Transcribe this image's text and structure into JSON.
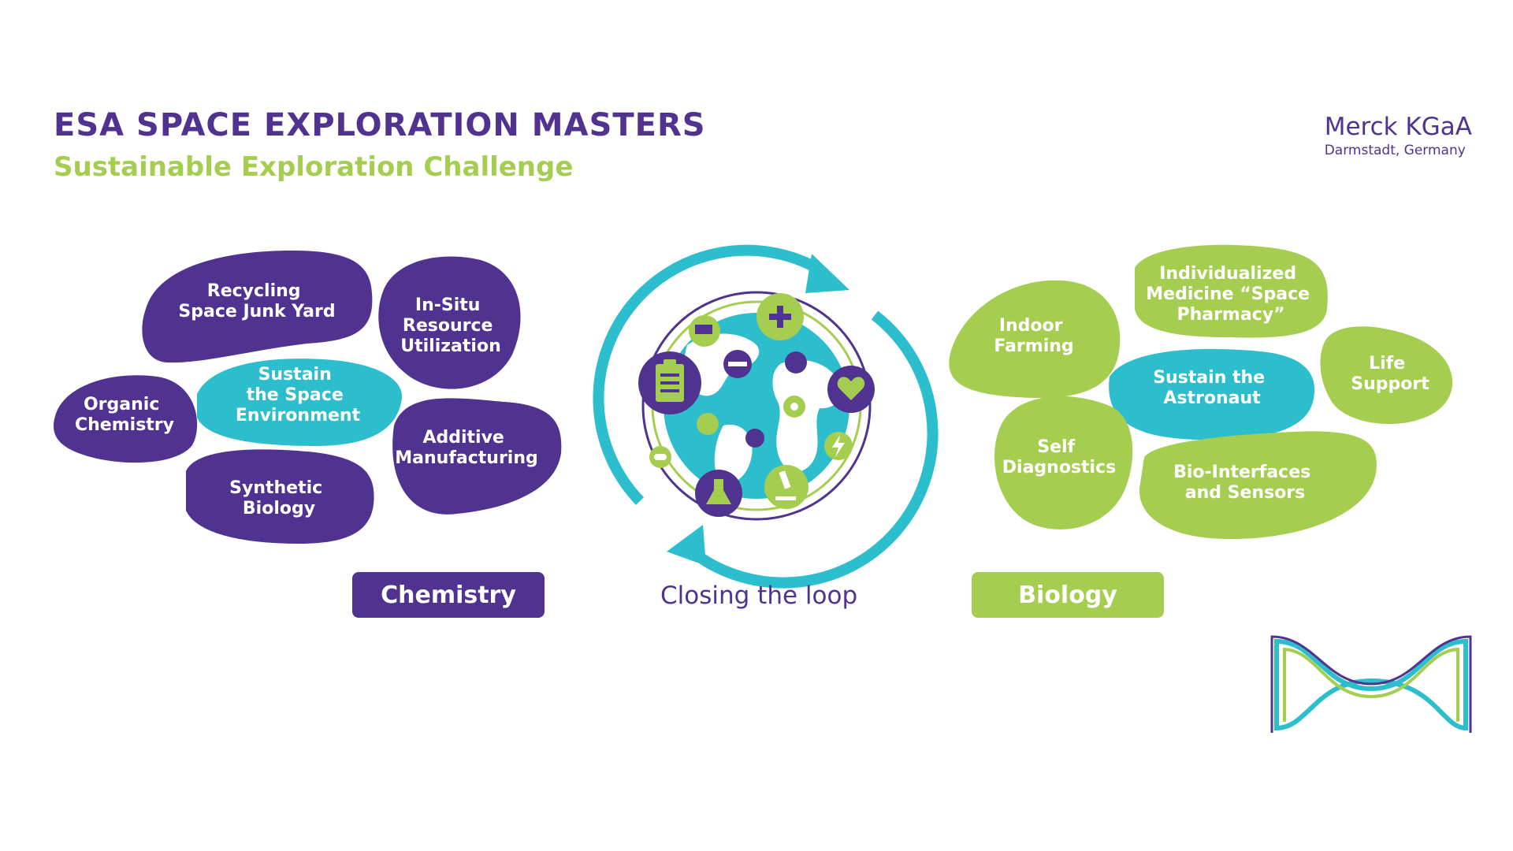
{
  "header": {
    "title": "ESA SPACE EXPLORATION MASTERS",
    "subtitle": "Sustainable Exploration Challenge"
  },
  "company": {
    "name": "Merck KGaA",
    "location": "Darmstadt, Germany"
  },
  "chemistry": {
    "label": "Chemistry",
    "color": "#503291",
    "topics": {
      "recycling": [
        "Recycling",
        "Space Junk Yard"
      ],
      "insitu": [
        "In-Situ",
        "Resource",
        "Utilization"
      ],
      "organic": [
        "Organic",
        "Chemistry"
      ],
      "sustain_space": [
        "Sustain",
        "the Space",
        "Environment"
      ],
      "additive": [
        "Additive",
        "Manufacturing"
      ],
      "synthetic": [
        "Synthetic",
        "Biology"
      ]
    }
  },
  "loop": {
    "label": "Closing the loop",
    "colors": {
      "teal": "#2dbecd",
      "green": "#a5cd50",
      "purple": "#503291"
    },
    "icons": [
      "plus-icon",
      "clipboard-icon",
      "heart-icon",
      "flask-icon",
      "microscope-icon",
      "lightning-icon",
      "truck-icon",
      "pill-icon",
      "eye-icon",
      "syringe-icon"
    ]
  },
  "biology": {
    "label": "Biology",
    "color": "#a5cd50",
    "topics": {
      "indoor": [
        "Indoor",
        "Farming"
      ],
      "medicine": [
        "Individualized",
        "Medicine “Space",
        "Pharmacy”"
      ],
      "life": [
        "Life",
        "Support"
      ],
      "astronaut": [
        "Sustain the",
        "Astronaut"
      ],
      "selfdiag": [
        "Self",
        "Diagnostics"
      ],
      "biointerfaces": [
        "Bio-Interfaces",
        "and Sensors"
      ]
    }
  }
}
